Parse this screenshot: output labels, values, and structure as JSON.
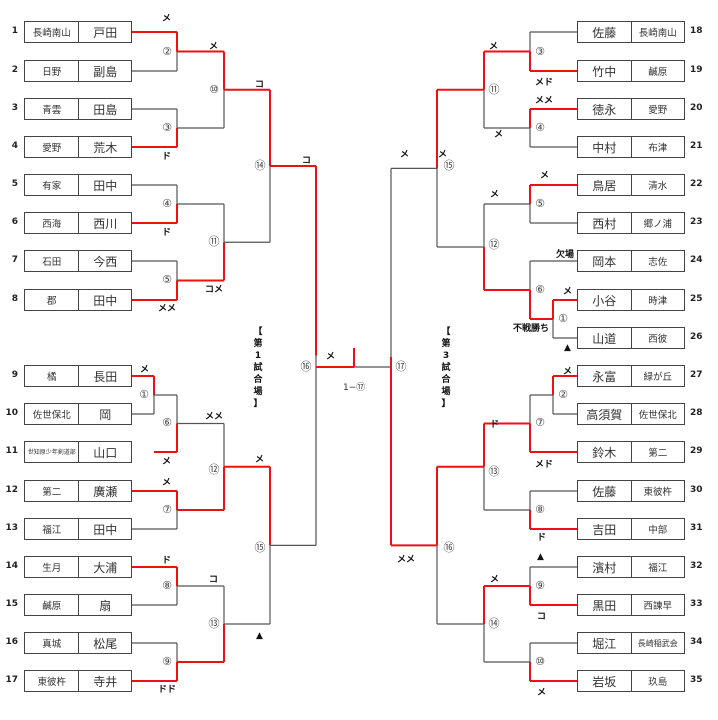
{
  "colors": {
    "win_line": "#ee1111",
    "lose_line": "#555555"
  },
  "venues": {
    "left": "【第1試合場】",
    "right": "【第3試合場】"
  },
  "final": {
    "label": "1−⑰",
    "left_match": "⑯",
    "right_match": "⑰",
    "result": "メ"
  },
  "left_entries": [
    {
      "seed": "1",
      "school": "長崎南山",
      "player": "戸田"
    },
    {
      "seed": "2",
      "school": "日野",
      "player": "副島"
    },
    {
      "seed": "3",
      "school": "青雲",
      "player": "田島"
    },
    {
      "seed": "4",
      "school": "愛野",
      "player": "荒木"
    },
    {
      "seed": "5",
      "school": "有家",
      "player": "田中"
    },
    {
      "seed": "6",
      "school": "西海",
      "player": "西川"
    },
    {
      "seed": "7",
      "school": "石田",
      "player": "今西"
    },
    {
      "seed": "8",
      "school": "郡",
      "player": "田中"
    },
    {
      "seed": "9",
      "school": "橘",
      "player": "長田"
    },
    {
      "seed": "10",
      "school": "佐世保北",
      "player": "岡"
    },
    {
      "seed": "11",
      "school": "世知原少年剣道部",
      "player": "山口"
    },
    {
      "seed": "12",
      "school": "第二",
      "player": "廣瀬"
    },
    {
      "seed": "13",
      "school": "福江",
      "player": "田中"
    },
    {
      "seed": "14",
      "school": "生月",
      "player": "大浦"
    },
    {
      "seed": "15",
      "school": "鹹原",
      "player": "扇"
    },
    {
      "seed": "16",
      "school": "真城",
      "player": "松尾"
    },
    {
      "seed": "17",
      "school": "東彼杵",
      "player": "寺井"
    }
  ],
  "right_entries": [
    {
      "seed": "18",
      "player": "佐藤",
      "school": "長崎南山"
    },
    {
      "seed": "19",
      "player": "竹中",
      "school": "鹹原"
    },
    {
      "seed": "20",
      "player": "徳永",
      "school": "愛野"
    },
    {
      "seed": "21",
      "player": "中村",
      "school": "布津"
    },
    {
      "seed": "22",
      "player": "鳥居",
      "school": "清水"
    },
    {
      "seed": "23",
      "player": "西村",
      "school": "郷ノ浦"
    },
    {
      "seed": "24",
      "player": "岡本",
      "school": "志佐"
    },
    {
      "seed": "25",
      "player": "小谷",
      "school": "時津"
    },
    {
      "seed": "26",
      "player": "山道",
      "school": "西彼"
    },
    {
      "seed": "27",
      "player": "永富",
      "school": "緑が丘"
    },
    {
      "seed": "28",
      "player": "高須賀",
      "school": "佐世保北"
    },
    {
      "seed": "29",
      "player": "鈴木",
      "school": "第二"
    },
    {
      "seed": "30",
      "player": "佐藤",
      "school": "東彼杵"
    },
    {
      "seed": "31",
      "player": "吉田",
      "school": "中部"
    },
    {
      "seed": "32",
      "player": "濱村",
      "school": "福江"
    },
    {
      "seed": "33",
      "player": "黒田",
      "school": "西諫早"
    },
    {
      "seed": "34",
      "player": "堀江",
      "school": "長崎稲武会"
    },
    {
      "seed": "35",
      "player": "岩坂",
      "school": "玖島"
    }
  ],
  "match_numbers": {
    "L1": "①",
    "L2": "②",
    "L3": "③",
    "L4": "④",
    "L5": "⑤",
    "L6": "⑥",
    "L7": "⑦",
    "L8": "⑧",
    "L9": "⑨",
    "L10": "⑩",
    "L11": "⑪",
    "L12": "⑫",
    "L13": "⑬",
    "L14": "⑭",
    "L15": "⑮",
    "L16": "⑯",
    "R1": "①",
    "R2": "②",
    "R3": "③",
    "R4": "④",
    "R5": "⑤",
    "R6": "⑥",
    "R7": "⑦",
    "R8": "⑧",
    "R9": "⑨",
    "R10": "⑩",
    "R11": "⑪",
    "R12": "⑫",
    "R13": "⑬",
    "R14": "⑭",
    "R15": "⑮",
    "R16": "⑯",
    "R17": "⑰"
  },
  "results": {
    "L2_top": "メ",
    "L10_top": "メ",
    "L3_bot": "ド",
    "L14_top": "コ",
    "L16_top": "コ",
    "L4_bot": "ド",
    "L11_bot": "コメ",
    "L5_bot": "メメ",
    "L1_top": "メ",
    "L12_top": "メメ",
    "L6_bot": "メ",
    "L7_top": "メ",
    "L15_top": "メ",
    "L8_top": "ド",
    "L13_top": "コ",
    "L15_bot": "▲",
    "L9_bot": "ドド",
    "R3_bot": "メド",
    "R4_top": "メメ",
    "R11_bot": "メ",
    "R15_top": "メ",
    "R11_top": "メ",
    "R5_top": "メ",
    "R12_top": "メ",
    "R6_top": "欠場",
    "R1_top": "メ",
    "R6_bot": "不戦勝ち",
    "R1_bot": "▲",
    "R2_top": "メ",
    "R13_top": "ド",
    "R7_bot": "メド",
    "R16_top": "メ",
    "R16_bot": "メメ",
    "R8_bot": "ド",
    "R9_top": "▲",
    "R14_top": "メ",
    "R9_bot": "コ",
    "R10_bot": "メ"
  }
}
